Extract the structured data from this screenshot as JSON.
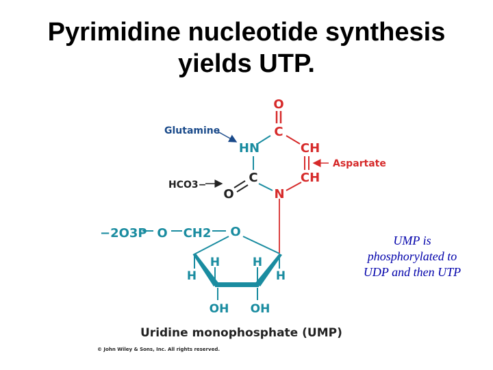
{
  "slide": {
    "title_line1": "Pyrimidine nucleotide synthesis",
    "title_line2": "yields UTP.",
    "note_line1": "UMP is",
    "note_line2": "phosphorylated to",
    "note_line3": "UDP and then UTP"
  },
  "molecule": {
    "atoms": {
      "o_top": "O",
      "c_top": "C",
      "hn": "HN",
      "ch_1": "CH",
      "ch_2": "CH",
      "c_mid": "C",
      "n_ring": "N",
      "o_left": "O",
      "ring_o": "O",
      "phosphate": "−2O3P",
      "ester_o": "O",
      "ch2": "CH2",
      "h1": "H",
      "h2": "H",
      "h3": "H",
      "h4": "H",
      "oh1": "OH",
      "oh2": "OH"
    },
    "sources": {
      "glutamine": "Glutamine",
      "bicarbonate": "HCO3−",
      "aspartate": "Aspartate"
    },
    "name": "Uridine monophosphate (UMP)",
    "copyright": "© John Wiley & Sons, Inc. All rights reserved."
  },
  "colors": {
    "aspartate_red": "#d62a2a",
    "ring_teal": "#1a8ca0",
    "source_navy": "#1a4a8a",
    "note_blue": "#0000aa"
  }
}
